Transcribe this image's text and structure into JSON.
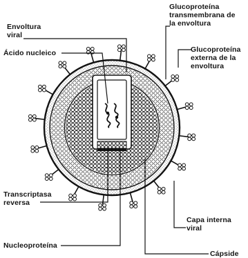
{
  "labels": {
    "envoltura_viral": "Envoltura\nviral",
    "acido_nucleico": "Ácido nucleico",
    "glucoproteina_transmembrana": "Glucoproteína\ntransmembrana de\nla envoltura",
    "glucoproteina_externa": "Glucoproteína\nexterna de la\nenvoltura",
    "transcriptasa_reversa": "Transcriptasa\nreversa",
    "capa_interna_viral": "Capa interna\nviral",
    "nucleoproteina": "Nucleoproteína",
    "capside": "Cápside"
  },
  "colors": {
    "ink": "#151515",
    "background": "#ffffff"
  }
}
